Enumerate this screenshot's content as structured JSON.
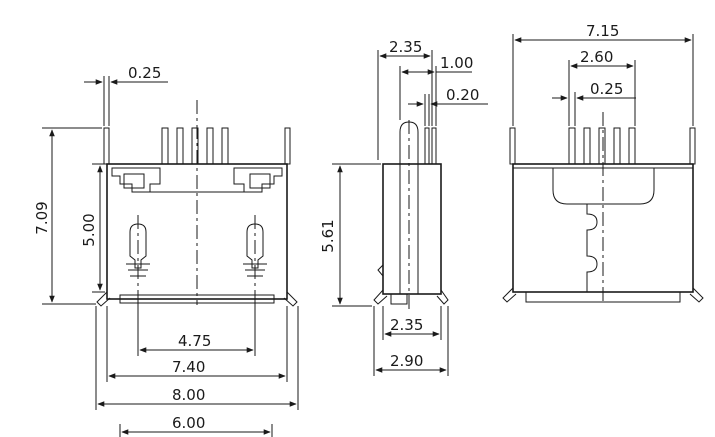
{
  "drawing": {
    "front_view": {
      "pin_width": "0.25",
      "total_height": "7.09",
      "body_height": "5.00",
      "mount_hole_pitch": "4.75",
      "body_width": "7.40",
      "overall_width": "8.00",
      "footprint_width": "6.00"
    },
    "side_view": {
      "pin_row_offset": "2.35",
      "pin_pitch": "1.00",
      "pin_thickness": "0.20",
      "body_height": "5.61",
      "base_depth": "2.35",
      "overall_depth": "2.90"
    },
    "rear_view": {
      "overall_width": "7.15",
      "pin_span": "2.60",
      "pin_width": "0.25"
    }
  }
}
